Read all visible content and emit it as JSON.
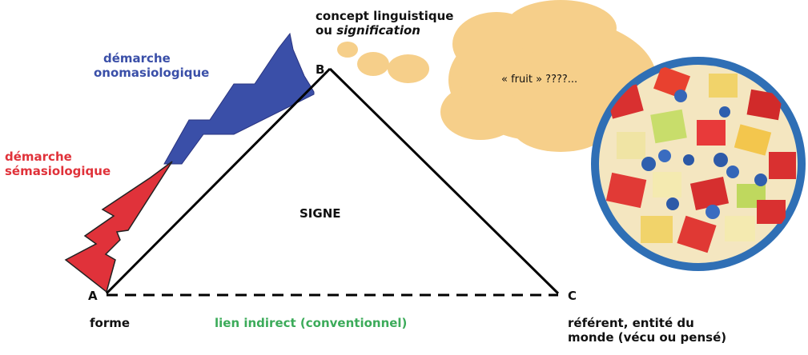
{
  "diagram": {
    "vertex_b": {
      "letter": "B",
      "line1": "concept linguistique",
      "line2_prefix": "ou ",
      "line2_italic": "signification"
    },
    "vertex_a": {
      "letter": "A",
      "label": "forme"
    },
    "vertex_c": {
      "letter": "C",
      "line1": "référent, entité du",
      "line2": "monde (vécu ou pensé)"
    },
    "center_label": "SIGNE",
    "base_label": "lien indirect (conventionnel)",
    "onomasiological": {
      "line1": "démarche",
      "line2": "onomasiologique"
    },
    "semasiological": {
      "line1": "démarche",
      "line2": "sémasiologique"
    },
    "thought_text": "« fruit » ????...",
    "colors": {
      "blue": "#3a4fa8",
      "red": "#e0323a",
      "green": "#3cab5a",
      "cloud": "#f6cf8a",
      "bowl": "#2f6fb5"
    },
    "icons": [
      "thought-cloud",
      "fruit-salad-bowl",
      "lightning-bolt"
    ]
  }
}
